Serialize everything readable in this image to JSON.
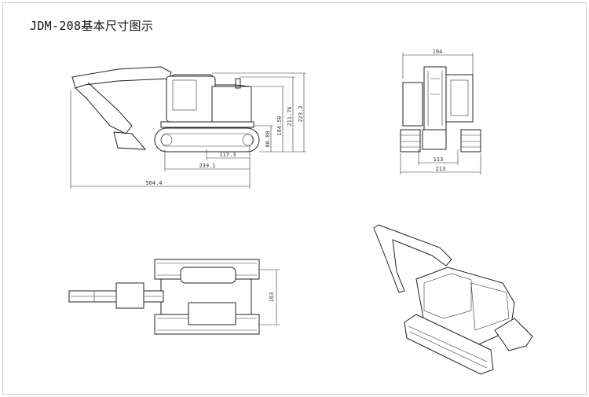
{
  "title": "JDM-208基本尺寸图示",
  "side_view": {
    "overall_length": "504.4",
    "track_length": "239.1",
    "rear_to_center": "117.3",
    "height_counterweight": "80.80",
    "height_cab": "184.50",
    "height_exhaust": "211.76",
    "height_total": "223.2"
  },
  "front_view": {
    "upper_width": "194",
    "track_gauge": "113",
    "overall_width": "213"
  },
  "top_view": {
    "track_span": "163"
  }
}
